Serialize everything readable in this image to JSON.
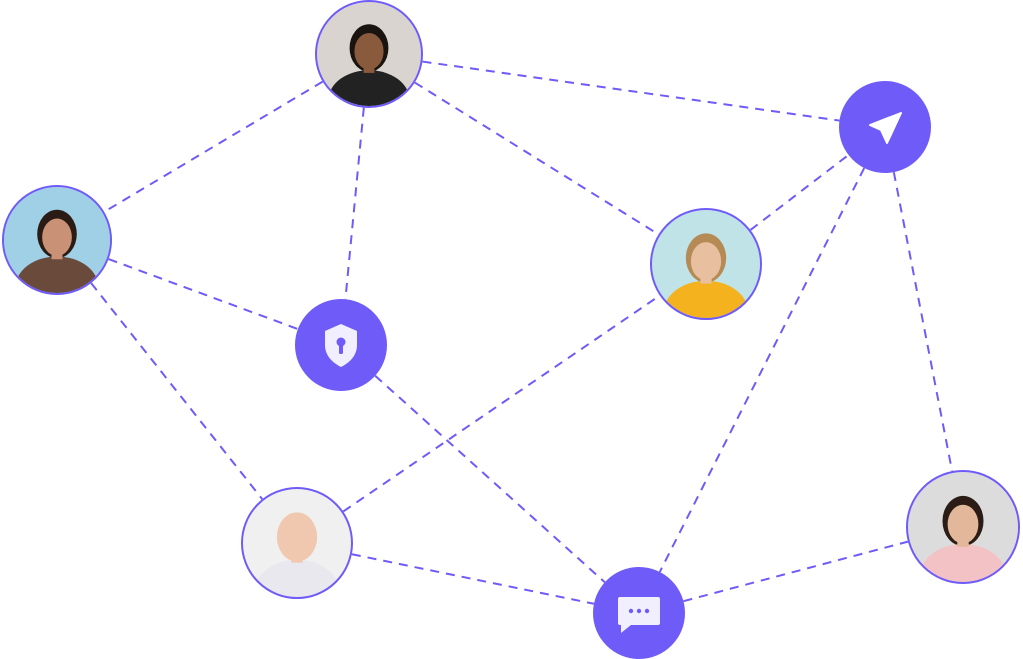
{
  "colors": {
    "accent": "#6E5BF8",
    "icon_fill": "#ffffff",
    "line": "#6E5BF8"
  },
  "nodes": [
    {
      "id": "person-top",
      "kind": "avatar",
      "icon": "person-photo",
      "bg": "#d9d4cf",
      "skin": "#8a5a3c",
      "shirt": "#222222",
      "hair": "#1a1410"
    },
    {
      "id": "person-left",
      "kind": "avatar",
      "icon": "person-photo",
      "bg": "#9fd0e6",
      "skin": "#c99276",
      "shirt": "#6a4a3a",
      "hair": "#2a1c14"
    },
    {
      "id": "person-yellow",
      "kind": "avatar",
      "icon": "person-photo",
      "bg": "#bfe3e6",
      "skin": "#e8c0a0",
      "shirt": "#f4b21f",
      "hair": "#b58a55"
    },
    {
      "id": "person-bald",
      "kind": "avatar",
      "icon": "person-photo",
      "bg": "#f0f0f0",
      "skin": "#f0c8b0",
      "shirt": "#e8e8ee",
      "hair": "#f0c8b0"
    },
    {
      "id": "person-right",
      "kind": "avatar",
      "icon": "person-photo",
      "bg": "#dcdcdc",
      "skin": "#e3b79a",
      "shirt": "#f3c2c4",
      "hair": "#2b1d15"
    },
    {
      "id": "send",
      "kind": "icon",
      "icon": "send-icon"
    },
    {
      "id": "shield",
      "kind": "icon",
      "icon": "shield-lock-icon"
    },
    {
      "id": "chat",
      "kind": "icon",
      "icon": "chat-bubble-icon"
    }
  ],
  "edges": [
    [
      "person-top",
      "person-left"
    ],
    [
      "person-top",
      "shield"
    ],
    [
      "person-top",
      "send"
    ],
    [
      "person-top",
      "person-yellow"
    ],
    [
      "person-yellow",
      "send"
    ],
    [
      "send",
      "chat"
    ],
    [
      "send",
      "person-right"
    ],
    [
      "person-left",
      "shield"
    ],
    [
      "person-left",
      "person-bald"
    ],
    [
      "person-bald",
      "person-yellow"
    ],
    [
      "shield",
      "chat"
    ],
    [
      "person-bald",
      "chat"
    ],
    [
      "chat",
      "person-right"
    ]
  ]
}
